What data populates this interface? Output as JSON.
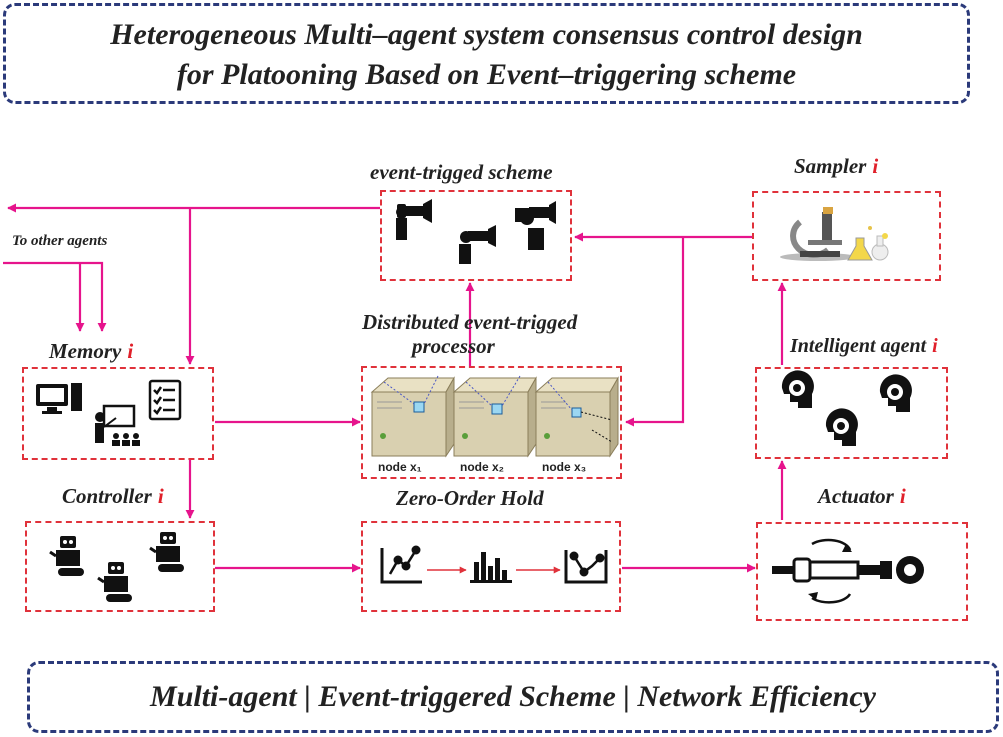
{
  "title": {
    "line1": "Heterogeneous Multi–agent system consensus control design",
    "line2": "for Platooning Based on Event–triggering scheme"
  },
  "footer": "Multi-agent | Event-triggered Scheme | Network Efficiency",
  "nodes": {
    "event_scheme": {
      "label": "event-trigged scheme"
    },
    "sampler": {
      "label": "Sampler",
      "index": "i"
    },
    "memory": {
      "label": "Memory",
      "index": "i"
    },
    "processor": {
      "label_line1": "Distributed event-trigged",
      "label_line2": "processor",
      "node_labels": [
        "node x₁",
        "node x₂",
        "node x₃"
      ]
    },
    "intelligent_agent": {
      "label": "Intelligent agent",
      "index": "i"
    },
    "controller": {
      "label": "Controller",
      "index": "i"
    },
    "zoh": {
      "label": "Zero-Order Hold"
    },
    "actuator": {
      "label": "Actuator",
      "index": "i"
    }
  },
  "edges": {
    "to_other_agents": "To other agents"
  },
  "colors": {
    "arrow": "#e6148c",
    "node_border": "#e0323b",
    "frame_border": "#2b3a7a",
    "index": "#e0202a"
  }
}
